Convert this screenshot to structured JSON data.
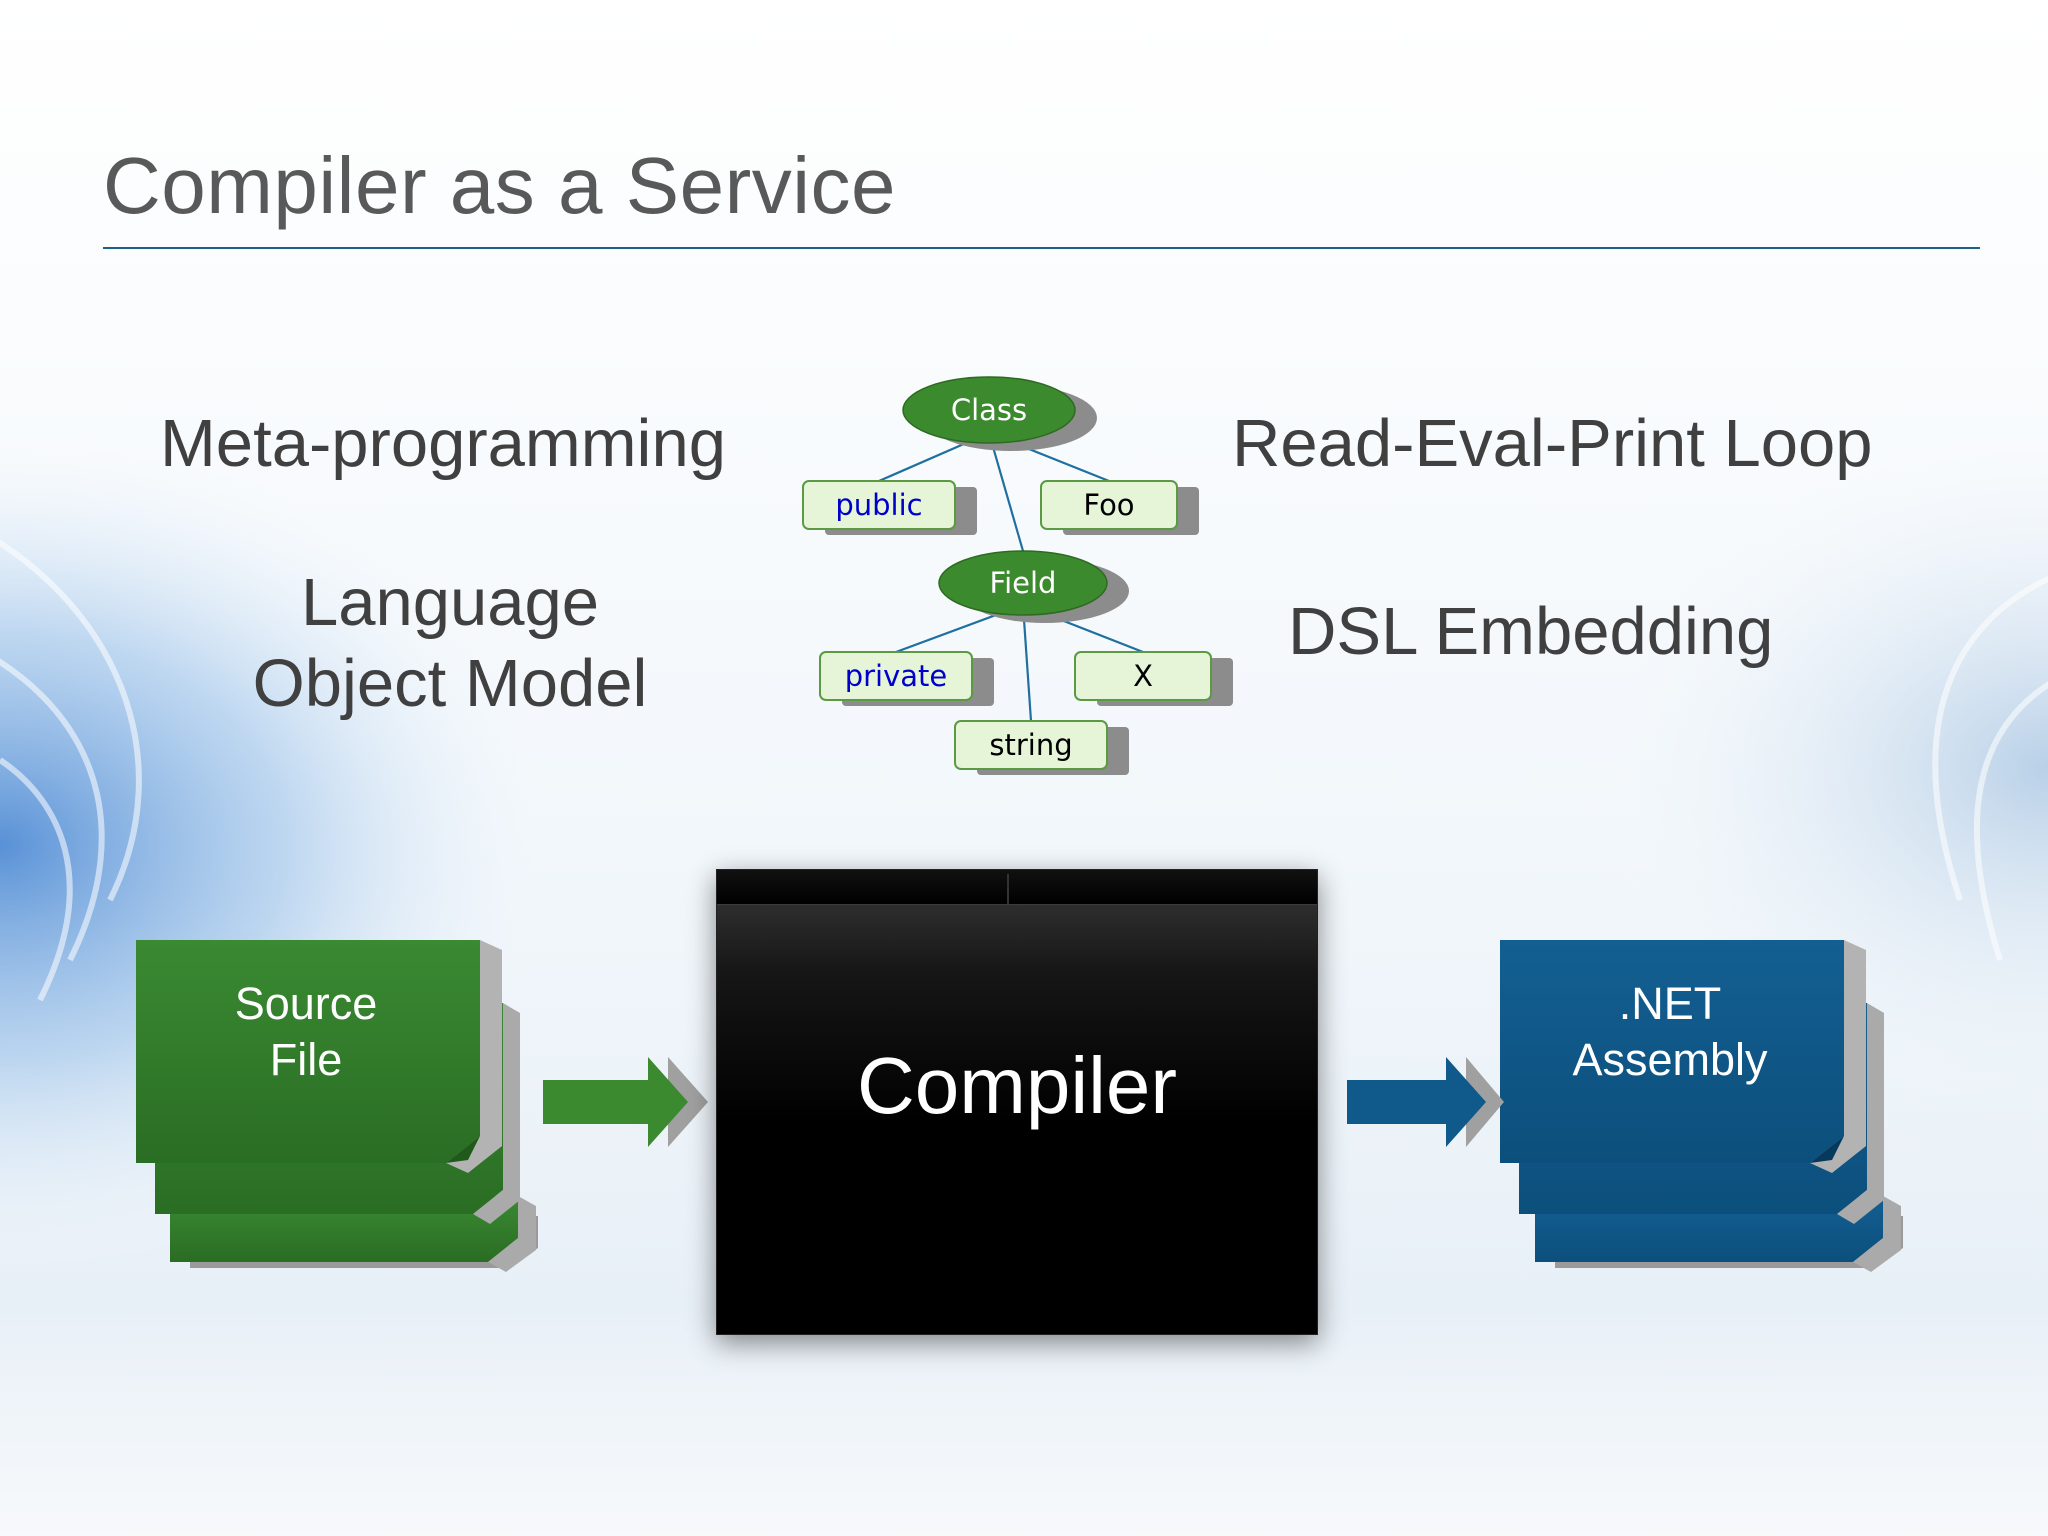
{
  "slide": {
    "title": "Compiler as a Service"
  },
  "features": {
    "meta_programming": "Meta-programming",
    "language_object_model": [
      "Language",
      "Object Model"
    ],
    "repl": "Read-Eval-Print Loop",
    "dsl_embedding": "DSL Embedding"
  },
  "syntax_tree": {
    "nodes": [
      {
        "id": "class",
        "text": "Class",
        "kind": "ellipse",
        "text_color": "#ffffff"
      },
      {
        "id": "public",
        "text": "public",
        "kind": "box",
        "text_color": "#0000cc"
      },
      {
        "id": "foo",
        "text": "Foo",
        "kind": "box",
        "text_color": "#000000"
      },
      {
        "id": "field",
        "text": "Field",
        "kind": "ellipse",
        "text_color": "#ffffff"
      },
      {
        "id": "private",
        "text": "private",
        "kind": "box",
        "text_color": "#0000cc"
      },
      {
        "id": "x",
        "text": "X",
        "kind": "box",
        "text_color": "#000000"
      },
      {
        "id": "string",
        "text": "string",
        "kind": "box",
        "text_color": "#000000"
      }
    ],
    "edges": [
      [
        "class",
        "public"
      ],
      [
        "class",
        "foo"
      ],
      [
        "class",
        "field"
      ],
      [
        "field",
        "private"
      ],
      [
        "field",
        "x"
      ],
      [
        "field",
        "string"
      ]
    ]
  },
  "pipeline": {
    "source_file": [
      "Source",
      "File"
    ],
    "compiler": "Compiler",
    "net_assembly": [
      ".NET",
      "Assembly"
    ]
  },
  "colors": {
    "title_rule": "#1f5f8b",
    "source_green": "#2e7d2a",
    "assembly_blue": "#0d5c8c",
    "node_green": "#3c8a2e",
    "leaf_fill": "#e6f5d8",
    "tree_line": "#1f6fa0"
  }
}
